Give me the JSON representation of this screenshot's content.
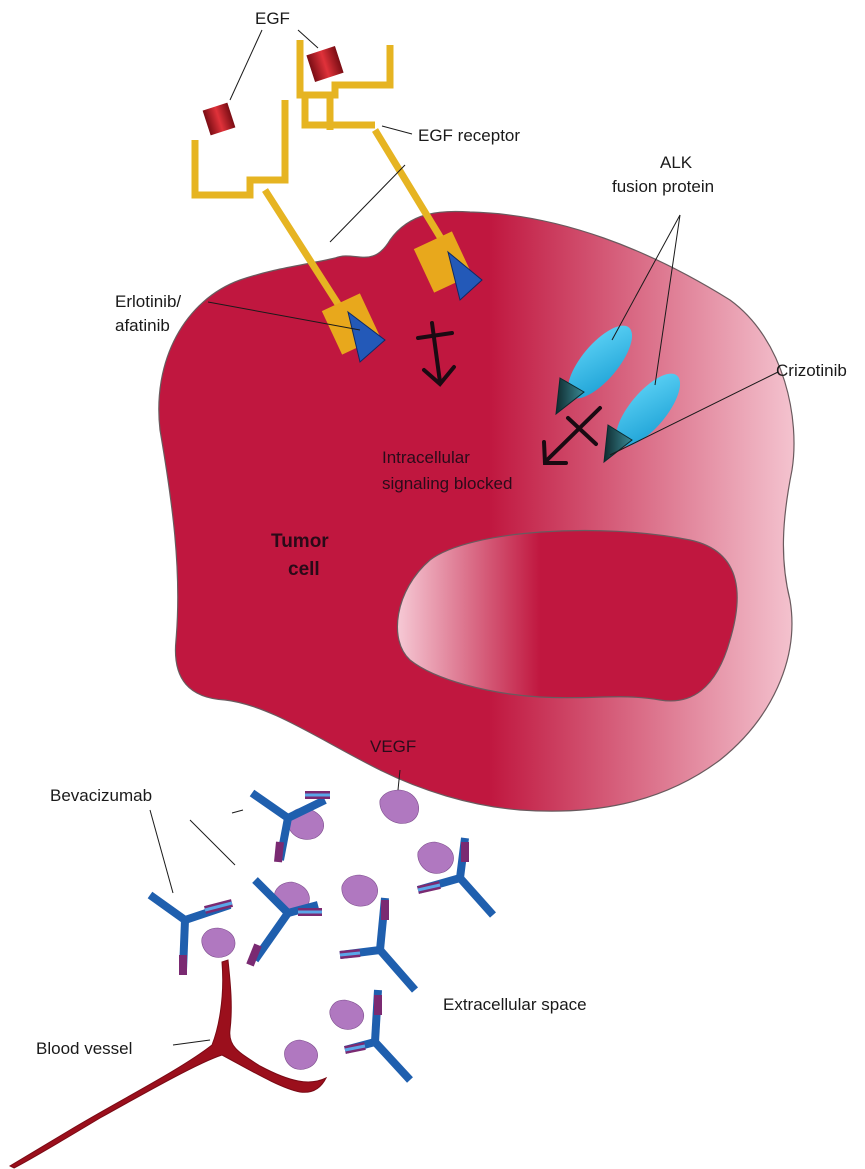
{
  "labels": {
    "egf": "EGF",
    "egf_receptor": "EGF receptor",
    "alk_line1": "ALK",
    "alk_line2": "fusion protein",
    "erlotinib_line1": "Erlotinib/",
    "erlotinib_line2": "afatinib",
    "crizotinib": "Crizotinib",
    "signaling_line1": "Intracellular",
    "signaling_line2": "signaling blocked",
    "tumor_line1": "Tumor",
    "tumor_line2": "cell",
    "vegf": "VEGF",
    "bevacizumab": "Bevacizumab",
    "extracellular": "Extracellular space",
    "blood_vessel": "Blood vessel"
  },
  "colors": {
    "cell": "#c0173f",
    "cell_light": "#f2b8c6",
    "receptor": "#e6b422",
    "egf_ligand": "#a01520",
    "tki_triangle": "#2359b8",
    "alk_protein": "#2bb7ea",
    "antibody": "#1f5fae",
    "antibody_tip": "#7a2a72",
    "vegf": "#b078c0",
    "vessel": "#9b0f1c"
  }
}
